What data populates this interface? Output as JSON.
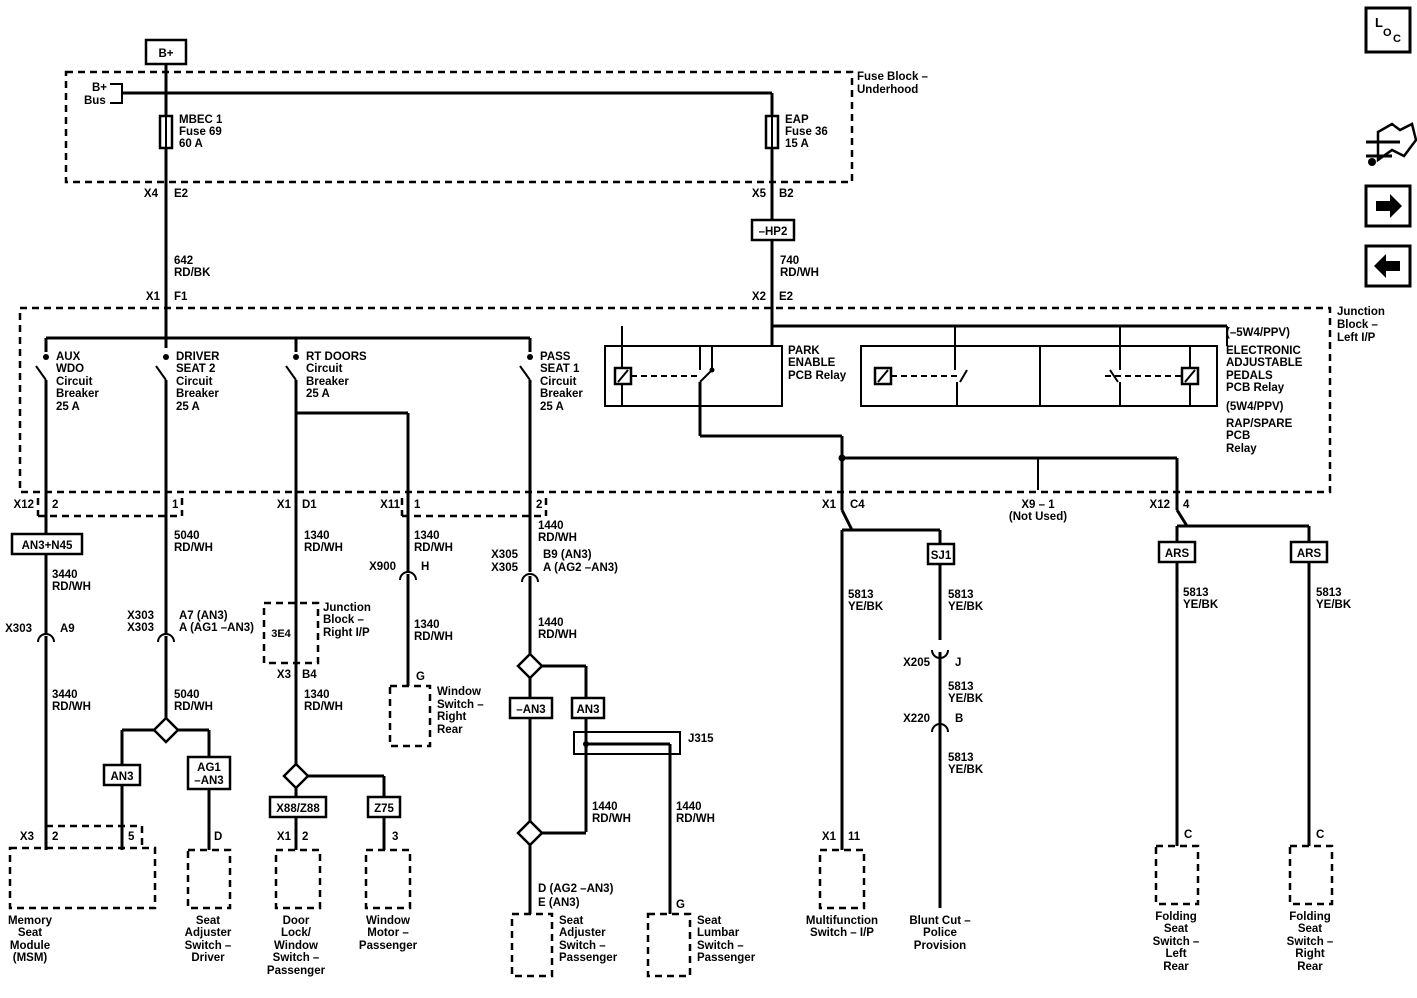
{
  "power": {
    "bplus": "B+",
    "bus": [
      "B+",
      "Bus"
    ]
  },
  "fuse_block": {
    "title": [
      "Fuse Block –",
      "Underhood"
    ]
  },
  "fuses": [
    {
      "lines": [
        "MBEC 1",
        "Fuse 69",
        "60 A"
      ],
      "conn": "X4",
      "pin": "E2"
    },
    {
      "lines": [
        "EAP",
        "Fuse 36",
        "15 A"
      ],
      "conn": "X5",
      "pin": "B2"
    }
  ],
  "hp2": "–HP2",
  "wires_top": {
    "left": [
      "642",
      "RD/BK"
    ],
    "right": [
      "740",
      "RD/WH"
    ]
  },
  "jb_in": {
    "left_conn": "X1",
    "left_pin": "F1",
    "right_conn": "X2",
    "right_pin": "E2"
  },
  "junction_block": {
    "title": [
      "Junction",
      "Block –",
      "Left I/P"
    ]
  },
  "breakers": [
    {
      "lines": [
        "AUX",
        "WDO",
        "Circuit",
        "Breaker",
        "25 A"
      ],
      "conn": "X12",
      "pin": "2"
    },
    {
      "lines": [
        "DRIVER",
        "SEAT 2",
        "Circuit",
        "Breaker",
        "25 A"
      ],
      "conn": "",
      "pin": "1"
    },
    {
      "lines": [
        "RT DOORS",
        "Circuit",
        "Breaker",
        "25 A"
      ],
      "conn": "X1",
      "pin": "D1"
    },
    {
      "lines": [
        "",
        "",
        "",
        "",
        ""
      ],
      "conn": "X11",
      "pin": "1"
    },
    {
      "lines": [
        "PASS",
        "SEAT 1",
        "Circuit",
        "Breaker",
        "25 A"
      ],
      "conn": "",
      "pin": "2"
    }
  ],
  "relays": {
    "park": [
      "PARK",
      "ENABLE",
      "PCB Relay"
    ],
    "eap_top": [
      "(–5W4/PPV)",
      "ELECTRONIC",
      "ADJUSTABLE",
      "PEDALS",
      "PCB Relay"
    ],
    "eap_bottom": [
      "(5W4/PPV)",
      "RAP/SPARE",
      "PCB",
      "Relay"
    ]
  },
  "jb_out": {
    "c4_conn": "X1",
    "c4_pin": "C4",
    "x9": [
      "X9 – 1",
      "(Not Used)"
    ],
    "x12_conn": "X12",
    "x12_pin": "4"
  },
  "options": {
    "an3n45": "AN3+N45",
    "an3": "AN3",
    "ag1": [
      "AG1",
      "–AN3"
    ],
    "x88z88": "X88/Z88",
    "z75": "Z75",
    "minus_an3": "–AN3",
    "an3b": "AN3",
    "sj1": "SJ1",
    "ars1": "ARS",
    "ars2": "ARS"
  },
  "labels": {
    "w3440a": [
      "3440",
      "RD/WH"
    ],
    "x303a": "X303",
    "a9": "A9",
    "w3440b": [
      "3440",
      "RD/WH"
    ],
    "w5040a": [
      "5040",
      "RD/WH"
    ],
    "x303b": [
      "X303",
      "X303"
    ],
    "a7": [
      "A7 (AN3)",
      "A (AG1 –AN3)"
    ],
    "w5040b": [
      "5040",
      "RD/WH"
    ],
    "w1340a": [
      "1340",
      "RD/WH"
    ],
    "jb_right": [
      "Junction",
      "Block –",
      "Right I/P"
    ],
    "jb_right_id": "3E4",
    "x3": "X3",
    "b4": "B4",
    "w1340b": [
      "1340",
      "RD/WH"
    ],
    "w1340c": [
      "1340",
      "RD/WH"
    ],
    "x900": "X900",
    "h": "H",
    "w1340d": [
      "1340",
      "RD/WH"
    ],
    "g1": "G",
    "w1440a": [
      "1440",
      "RD/WH"
    ],
    "x305": [
      "X305",
      "X305"
    ],
    "b9": [
      "B9 (AN3)",
      "A (AG2 –AN3)"
    ],
    "w1440b": [
      "1440",
      "RD/WH"
    ],
    "j315": "J315",
    "w1440c": [
      "1440",
      "RD/WH"
    ],
    "w1440d": [
      "1440",
      "RD/WH"
    ],
    "d_ag2": [
      "D (AG2 –AN3)",
      "E (AN3)"
    ],
    "g2": "G",
    "w5813a": [
      "5813",
      "YE/BK"
    ],
    "w5813b": [
      "5813",
      "YE/BK"
    ],
    "x205": "X205",
    "j": "J",
    "w5813c": [
      "5813",
      "YE/BK"
    ],
    "x220": "X220",
    "b": "B",
    "w5813d": [
      "5813",
      "YE/BK"
    ],
    "w5813e": [
      "5813",
      "YE/BK"
    ],
    "w5813f": [
      "5813",
      "YE/BK"
    ]
  },
  "components": {
    "msm": {
      "lines": [
        "Memory",
        "Seat",
        "Module",
        "(MSM)"
      ],
      "conn": "X3",
      "pins": [
        "2",
        "5"
      ]
    },
    "driver_seat": {
      "lines": [
        "Seat",
        "Adjuster",
        "Switch –",
        "Driver"
      ],
      "pin": "D"
    },
    "door_lock": {
      "lines": [
        "Door",
        "Lock/",
        "Window",
        "Switch –",
        "Passenger"
      ],
      "conn": "X1",
      "pin": "2"
    },
    "win_motor": {
      "lines": [
        "Window",
        "Motor –",
        "Passenger"
      ],
      "pin": "3"
    },
    "win_switch_rr": {
      "lines": [
        "Window",
        "Switch –",
        "Right",
        "Rear"
      ]
    },
    "pass_seat": {
      "lines": [
        "Seat",
        "Adjuster",
        "Switch –",
        "Passenger"
      ]
    },
    "lumbar": {
      "lines": [
        "Seat",
        "Lumbar",
        "Switch –",
        "Passenger"
      ]
    },
    "multifunction": {
      "lines": [
        "Multifunction",
        "Switch – I/P"
      ],
      "conn": "X1",
      "pin": "11"
    },
    "blunt_cut": {
      "lines": [
        "Blunt Cut –",
        "Police",
        "Provision"
      ]
    },
    "fold_left": {
      "lines": [
        "Folding",
        "Seat",
        "Switch –",
        "Left",
        "Rear"
      ],
      "pin": "C"
    },
    "fold_right": {
      "lines": [
        "Folding",
        "Seat",
        "Switch –",
        "Right",
        "Rear"
      ],
      "pin": "C"
    }
  },
  "nav": {
    "loc_l": "L",
    "loc_o": "O",
    "loc_c": "C"
  }
}
